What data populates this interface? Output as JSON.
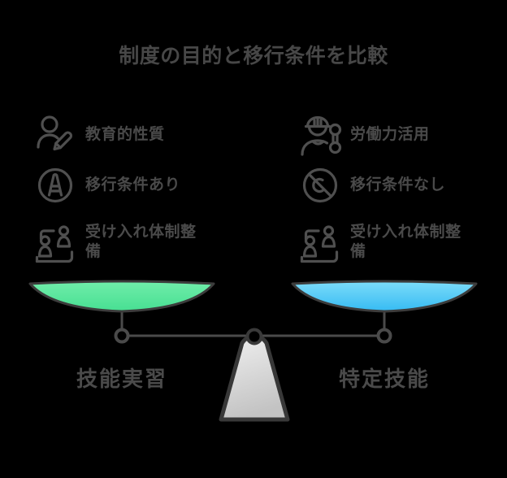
{
  "title": "制度の目的と移行条件を比較",
  "left_column": {
    "pan_label": "技能実習",
    "items": [
      {
        "icon": "user-pencil-icon",
        "text": "教育的性質"
      },
      {
        "icon": "cone-circle-icon",
        "text": "移行条件あり"
      },
      {
        "icon": "people-tray-icon",
        "text": "受け入れ体制整備"
      }
    ]
  },
  "right_column": {
    "pan_label": "特定技能",
    "items": [
      {
        "icon": "worker-wrench-icon",
        "text": "労働力活用"
      },
      {
        "icon": "no-sign-icon",
        "text": "移行条件なし"
      },
      {
        "icon": "people-tray-icon",
        "text": "受け入れ体制整備"
      }
    ]
  },
  "scale": {
    "beam_color": "#4a4a4a",
    "outline_color": "#3c3c3c",
    "left_pan": {
      "color_top": "#70edaa",
      "color_bottom": "#47df92"
    },
    "right_pan": {
      "color_top": "#7cdcf9",
      "color_bottom": "#36bbf3"
    },
    "fulcrum": {
      "color_top": "#f0f0f0",
      "color_bottom": "#c3c3c3"
    }
  },
  "colors": {
    "background": "#000000",
    "text": "#4a4a4a"
  }
}
